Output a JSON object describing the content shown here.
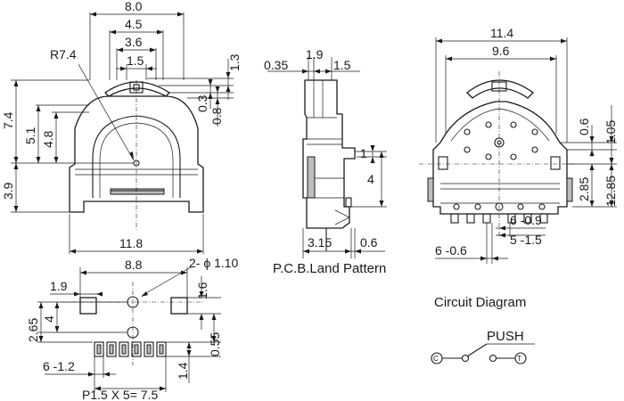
{
  "front_view": {
    "dim_top_8_0": "8.0",
    "dim_top_4_5": "4.5",
    "dim_top_3_6": "3.6",
    "dim_top_1_5": "1.5",
    "dim_radius": "R7.4",
    "dim_right_1_3": "1.3",
    "dim_right_0_3": "0.3",
    "dim_right_0_8": "0.8",
    "dim_left_7_4": "7.4",
    "dim_left_5_1": "5.1",
    "dim_left_4_8": "4.8",
    "dim_left_3_9": "3.9",
    "dim_bottom_11_8": "11.8"
  },
  "side_view": {
    "dim_0_35": "0.35",
    "dim_1_9": "1.9",
    "dim_1_5": "1.5",
    "dim_1": "1",
    "dim_4": "4",
    "dim_3_15": "3.15",
    "dim_0_6": "0.6"
  },
  "top_right_view": {
    "dim_11_4": "11.4",
    "dim_9_6": "9.6",
    "dim_0_6": "0.6",
    "dim_1_05": "1.05",
    "dim_2_85": "2.85",
    "dim_12_85": "12.85",
    "dim_6_0_9": "6 -0.9",
    "dim_5_1_5": "5 -1.5",
    "dim_6_0_6": "6 -0.6"
  },
  "pcb_land": {
    "title": "P.C.B.Land Pattern",
    "dim_8_8": "8.8",
    "dim_hole": "2- ϕ 1.10",
    "dim_1_9": "1.9",
    "dim_1_6": "1.6",
    "dim_2_65": "2.65",
    "dim_4": "4",
    "dim_0_55": "0.55",
    "dim_6_1_2": "6 -1.2",
    "dim_1_4": "1.4",
    "dim_pitch": "P1.5 X 5= 7.5"
  },
  "circuit": {
    "title": "Circuit Diagram",
    "switch_label": "PUSH",
    "terminal_c": "C",
    "terminal_t": "T"
  }
}
